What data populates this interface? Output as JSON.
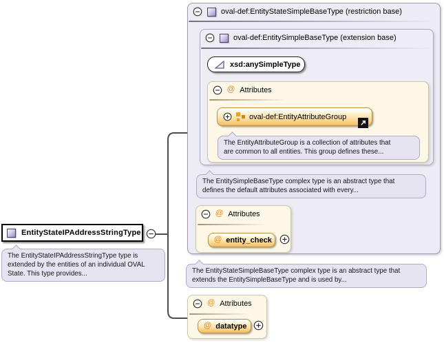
{
  "icons": {
    "at": "@"
  },
  "colors": {
    "accent_purple": "#9B8AC5",
    "accent_orange": "#E8932F",
    "panel_lavender": "#EDECF5",
    "panel_cream": "#FDF7E7",
    "annotation_fill": "#E6E4F1"
  },
  "root": {
    "title": "EntityStateIPAddressStringType",
    "annotation": "The EntityStateIPAddressStringType type is\nextended by the entities of an individual OVAL\nState. This type provides..."
  },
  "restriction": {
    "title": "oval-def:EntityStateSimpleBaseType (restriction base)",
    "annotation": "The EntityStateSimpleBaseType complex type is an abstract type that\nextends the EntitySimpleBaseType and is used by...",
    "attributes": {
      "label": "Attributes",
      "items": [
        "datatype"
      ]
    }
  },
  "extension": {
    "title": "oval-def:EntitySimpleBaseType (extension base)",
    "base_label": "xsd:anySimpleType",
    "annotation": "The EntitySimpleBaseType complex type is an abstract type that\ndefines the default attributes associated with every...",
    "attribute_block": {
      "label": "Attributes",
      "group": {
        "title": "oval-def:EntityAttributeGroup",
        "annotation": "The EntityAttributeGroup is a collection of attributes that\nare common to all entities. This group defines these..."
      }
    },
    "attributes": {
      "label": "Attributes",
      "items": [
        "entity_check"
      ]
    }
  }
}
